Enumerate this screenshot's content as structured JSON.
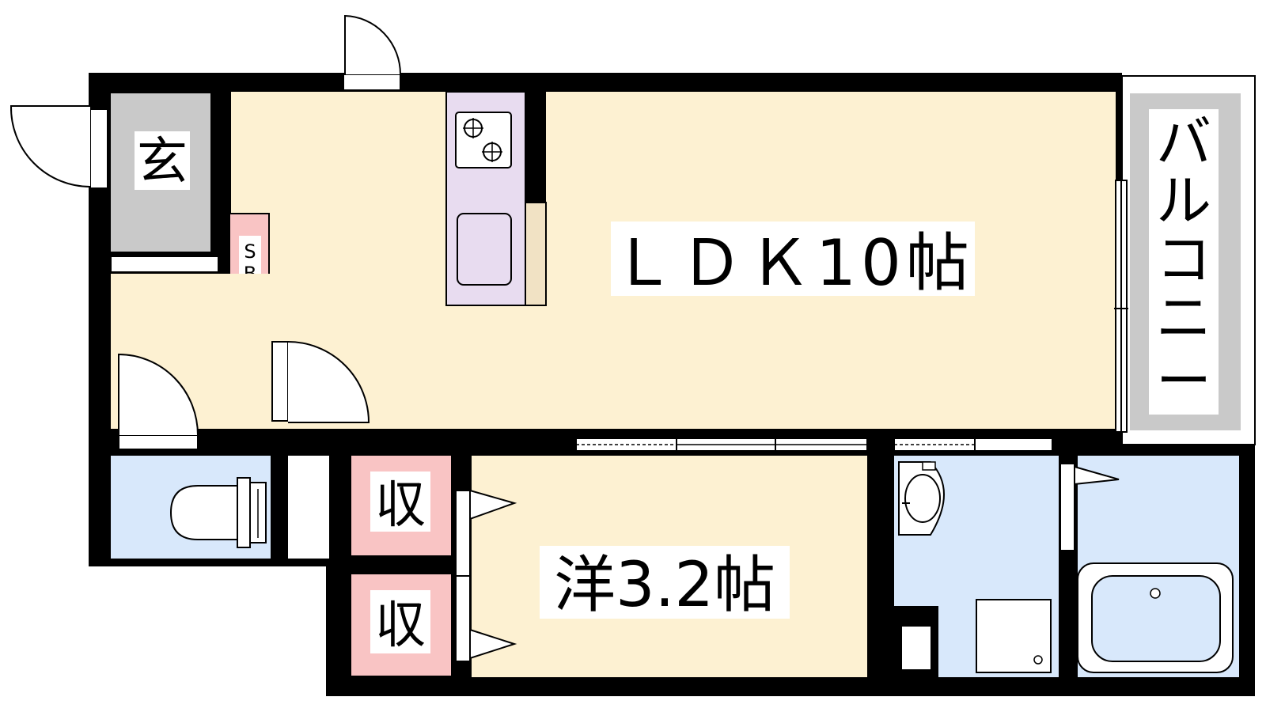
{
  "floor_plan": {
    "rooms": {
      "entrance": "玄",
      "shoe_box": [
        "S",
        "B"
      ],
      "ldk": "ＬＤＫ10帖",
      "balcony": [
        "バ",
        "ル",
        "コ",
        "ニ",
        "ー"
      ],
      "western_room": "洋3.2帖",
      "storage_upper": "収",
      "storage_lower": "収"
    },
    "colors": {
      "wall": "#000000",
      "living_floor": "#fdf1d2",
      "entrance_floor": "#c9c9c9",
      "balcony_floor": "#c9c9c9",
      "storage_fill": "#f9c4c4",
      "wet_area_fill": "#d8e8fb",
      "kitchen_fill": "#e8dcf0",
      "counter_fill": "#f1e2c4",
      "label_background": "#ffffff"
    }
  }
}
